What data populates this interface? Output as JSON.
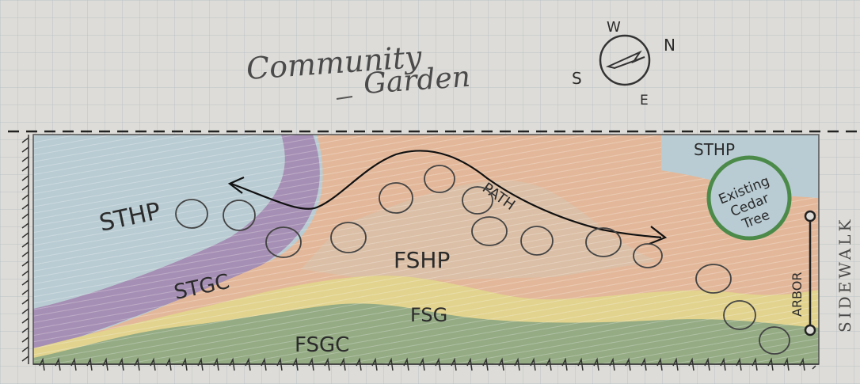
{
  "title": {
    "line1": "Community",
    "line2": "Garden"
  },
  "compass": {
    "w": "W",
    "n": "N",
    "s": "S",
    "e": "E"
  },
  "zones": {
    "sthp_left": "STHP",
    "sthp_right": "STHP",
    "stgc": "STGC",
    "fshp": "FSHP",
    "fsg": "FSG",
    "fsgc": "FSGC"
  },
  "path_label": "PATH",
  "tree": {
    "line1": "Existing",
    "line2": "Cedar",
    "line3": "Tree"
  },
  "arbor_label": "ARBOR",
  "sidewalk_label": "SIDEWALK",
  "colors": {
    "paper": "#dedcd8",
    "grid": "#b9c3c6",
    "blue": "#b9ccd3",
    "purple": "#a68fb4",
    "orange": "#e3b89a",
    "yellow": "#e2d38e",
    "green": "#94ab84",
    "tree_ring": "#4c8a4a",
    "ink": "#2b2b2b"
  }
}
